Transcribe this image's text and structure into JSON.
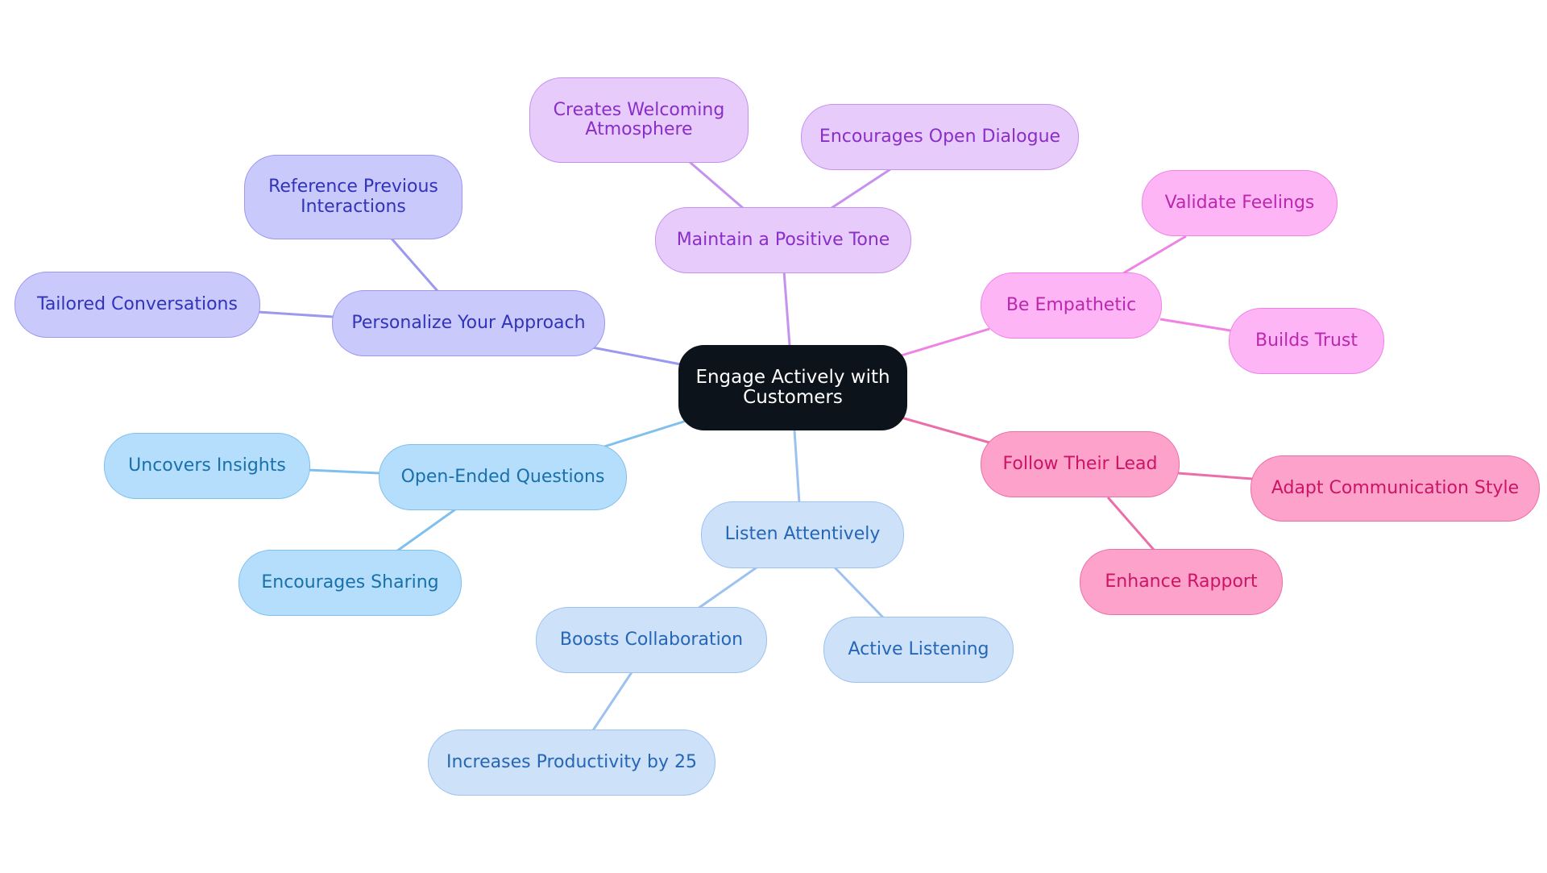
{
  "mindmap": {
    "root": "Engage Actively with Customers",
    "personalize": {
      "label": "Personalize Your Approach",
      "children": [
        "Reference Previous Interactions",
        "Tailored Conversations"
      ]
    },
    "positive_tone": {
      "label": "Maintain a Positive Tone",
      "children": [
        "Creates Welcoming Atmosphere",
        "Encourages Open Dialogue"
      ]
    },
    "empathetic": {
      "label": "Be Empathetic",
      "children": [
        "Validate Feelings",
        "Builds Trust"
      ]
    },
    "follow_lead": {
      "label": "Follow Their Lead",
      "children": [
        "Adapt Communication Style",
        "Enhance Rapport"
      ]
    },
    "listen": {
      "label": "Listen Attentively",
      "children": [
        "Boosts Collaboration",
        "Active Listening",
        "Increases Productivity by 25"
      ]
    },
    "open_questions": {
      "label": "Open-Ended Questions",
      "children": [
        "Uncovers Insights",
        "Encourages Sharing"
      ]
    }
  },
  "colors": {
    "root": "#0d131b",
    "purple": "#c592ee",
    "indigo": "#9b98ef",
    "pink": "#ef83e5",
    "rose": "#ec6ea8",
    "blue": "#9ec2ef",
    "sky": "#7fc0ee"
  }
}
